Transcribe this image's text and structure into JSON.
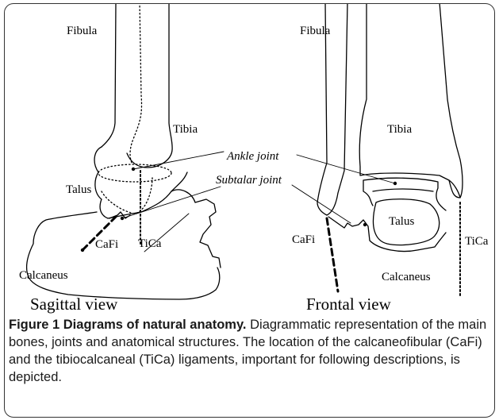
{
  "figure": {
    "sagittal": {
      "fibula": "Fibula",
      "tibia": "Tibia",
      "talus": "Talus",
      "calcaneus": "Calcaneus",
      "cafi": "CaFi",
      "tica": "TiCa",
      "ankle_joint": "Ankle joint",
      "subtalar_joint": "Subtalar joint",
      "view_title": "Sagittal view"
    },
    "frontal": {
      "fibula": "Fibula",
      "tibia": "Tibia",
      "talus": "Talus",
      "calcaneus": "Calcaneus",
      "cafi": "CaFi",
      "tica": "TiCa",
      "view_title": "Frontal view"
    }
  },
  "caption": {
    "title": "Figure 1 Diagrams of natural anatomy.",
    "body": "Diagrammatic representation of the main bones, joints and anatomical structures. The location of the calcaneofibular (CaFi) and the tibiocalcaneal (TiCa) ligaments, important for following descriptions, is depicted."
  }
}
